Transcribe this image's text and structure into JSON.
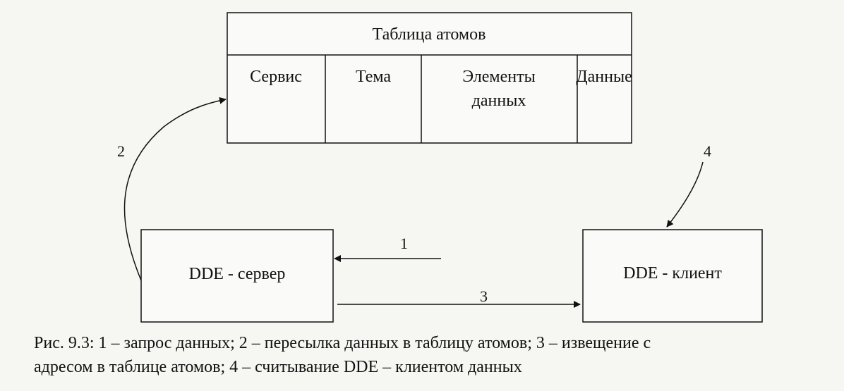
{
  "atom_table": {
    "title": "Таблица атомов",
    "columns": [
      "Сервис",
      "Тема",
      "Элементы",
      "данных",
      "Данные"
    ]
  },
  "server_box": {
    "label": "DDE - сервер"
  },
  "client_box": {
    "label": "DDE - клиент"
  },
  "arrows": {
    "step1": "1",
    "step2": "2",
    "step3": "3",
    "step4": "4"
  },
  "caption": {
    "line1": "Рис. 9.3: 1 – запрос данных; 2 – пересылка данных в таблицу атомов; 3 – извещение с",
    "line2": "адресом в таблице атомов; 4 – считывание DDE – клиентом данных"
  }
}
